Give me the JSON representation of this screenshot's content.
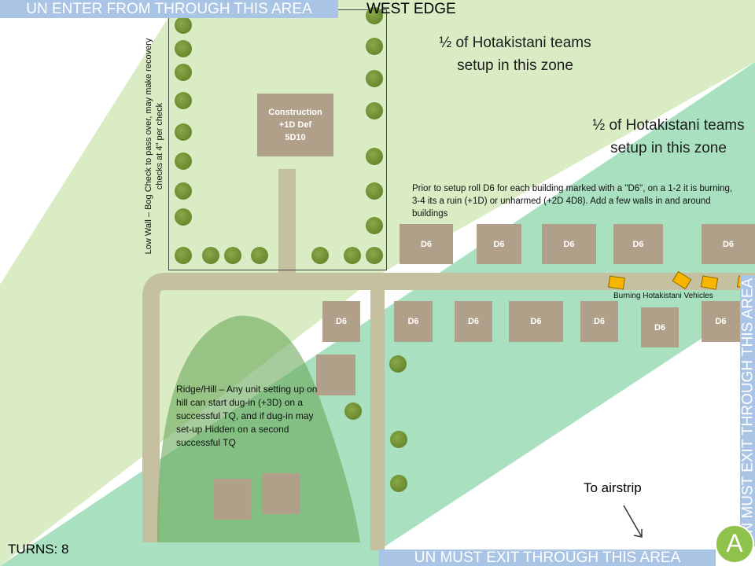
{
  "banners": {
    "top": "UN ENTER FROM THROUGH THIS AREA",
    "bottom": "UN MUST EXIT THROUGH THIS AREA",
    "right": "UN MUST EXIT THROUGH THIS AREA"
  },
  "labels": {
    "west_edge": "WEST EDGE",
    "zone_1": "½ of Hotakistani teams setup in this zone",
    "zone_2": "½ of Hotakistani teams setup in this zone",
    "low_wall": "Low Wall – Bog Check to pass over, may make recovery checks at 4\" per check",
    "prior_to_setup": "Prior to setup roll D6 for each building marked with a \"D6\", on a 1-2 it is burning, 3-4 its a ruin (+1D) or unharmed (+2D 4D8). Add a few walls in and around buildings",
    "ridge_hill": "Ridge/Hill – Any unit setting up on hill can start dug-in (+3D) on a successful TQ, and if dug-in may set-up Hidden on a second successful TQ",
    "burning_vehicles": "Burning Hotakistani Vehicles",
    "to_airstrip": "To airstrip",
    "turns": "TURNS: 8",
    "map_id": "A"
  },
  "construction": {
    "line1": "Construction",
    "line2": "+1D Def",
    "line3": "5D10"
  },
  "buildings": [
    {
      "label": "D6"
    },
    {
      "label": "D6"
    },
    {
      "label": "D6"
    },
    {
      "label": "D6"
    },
    {
      "label": "D6"
    },
    {
      "label": "D6"
    },
    {
      "label": "D6"
    },
    {
      "label": "D6"
    },
    {
      "label": "D6"
    },
    {
      "label": "D6"
    },
    {
      "label": "D6"
    },
    {
      "label": "D6"
    },
    {
      "label": ""
    },
    {
      "label": ""
    },
    {
      "label": ""
    }
  ],
  "colors": {
    "light_zone": "#d9ecc3",
    "mid_zone": "#a8e0c0",
    "hill": "#6aa85a",
    "road": "#c4c0a0",
    "building": "#b0a08a",
    "shrub": "#6f8f33",
    "banner": "#a9c4e4",
    "vehicle": "#f7b500",
    "badge": "#8fc24a"
  },
  "icons": {
    "shrub": "shrub-icon",
    "vehicle": "vehicle-icon",
    "arrow": "arrow-icon"
  }
}
